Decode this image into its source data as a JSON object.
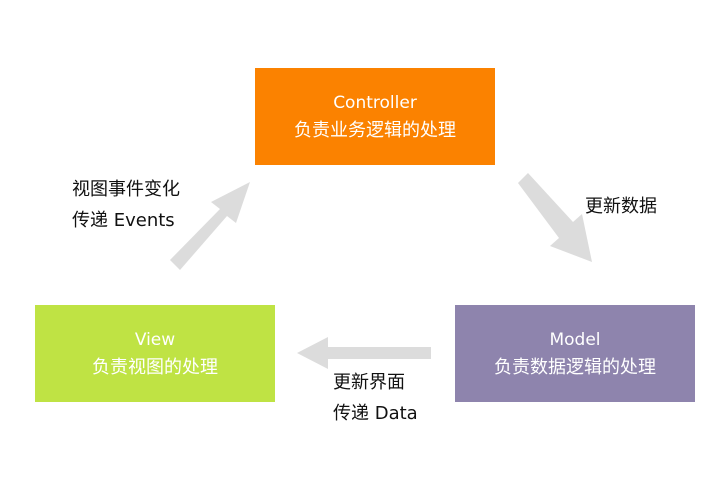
{
  "nodes": {
    "controller": {
      "title": "Controller",
      "subtitle": "负责业务逻辑的处理",
      "color": "#fb8200"
    },
    "view": {
      "title": "View",
      "subtitle": "负责视图的处理",
      "color": "#bfe344"
    },
    "model": {
      "title": "Model",
      "subtitle": "负责数据逻辑的处理",
      "color": "#8e84ad"
    }
  },
  "edges": {
    "view_to_controller": {
      "line1": "视图事件变化",
      "line2": "传递 Events"
    },
    "controller_to_model": {
      "line1": "更新数据"
    },
    "model_to_view": {
      "line1": "更新界面",
      "line2": "传递 Data"
    }
  },
  "arrow_color": "#dcdcdc"
}
